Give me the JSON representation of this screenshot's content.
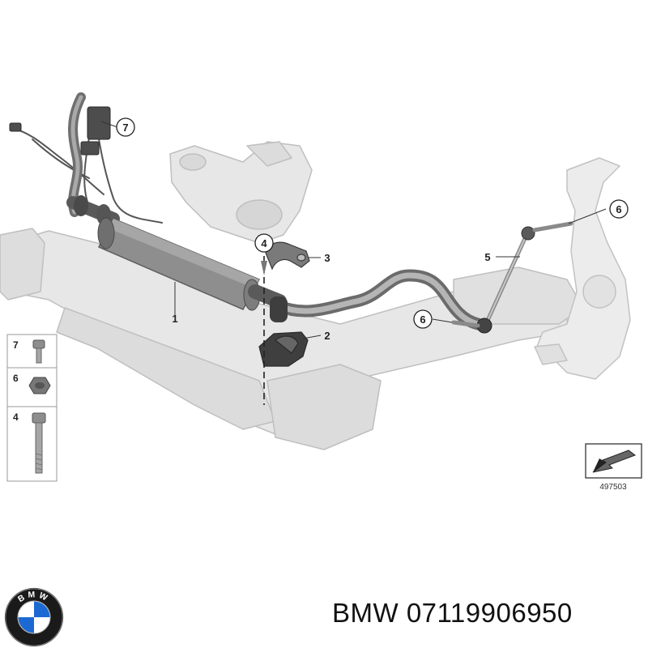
{
  "parts": {
    "p1": "1",
    "p2": "2",
    "p3": "3",
    "p4": "4",
    "p5": "5",
    "p6a": "6",
    "p6b": "6",
    "p7": "7"
  },
  "fastener_key": {
    "k7": "7",
    "k6": "6",
    "k4": "4"
  },
  "reference_number": "497503",
  "caption": "BMW 07119906950",
  "logo_letters": "BMW",
  "colors": {
    "frame_fill": "#e6e6e6",
    "frame_stroke": "#bdbdbd",
    "part_fill": "#8f8f8f",
    "part_dark": "#4a4a4a",
    "logo_blue": "#1c69d4"
  }
}
